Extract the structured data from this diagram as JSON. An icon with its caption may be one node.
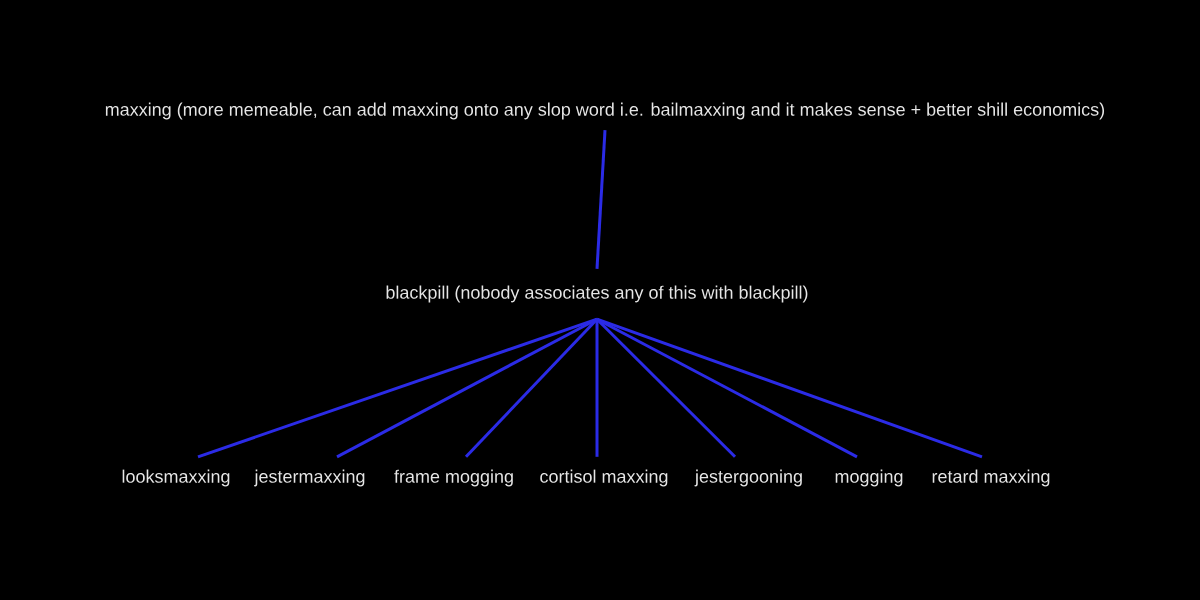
{
  "diagram": {
    "nodes": [
      {
        "text": [
          "maxxing (more memeable, can add maxxing onto any slop word i.e. bailmaxxing and it makes sense + better shill economics)"
        ]
      },
      {
        "text": [
          "blackpill (nobody associates any of this with blackpill)"
        ]
      },
      {
        "text": [
          "looksmaxxing"
        ]
      },
      {
        "text": [
          "jestermaxxing"
        ]
      },
      {
        "text": [
          "frame mogging"
        ]
      },
      {
        "text": [
          "cortisol maxxing"
        ]
      },
      {
        "text": [
          "jestergooning"
        ]
      },
      {
        "text": [
          "mogging"
        ]
      },
      {
        "text": [
          "retard maxxing"
        ]
      }
    ],
    "edges": [
      {
        "from": 0,
        "to": 1,
        "arrow": "none"
      },
      {
        "from": 1,
        "to": 2,
        "arrow": "none"
      },
      {
        "from": 1,
        "to": 3,
        "arrow": "none"
      },
      {
        "from": 1,
        "to": 4,
        "arrow": "none"
      },
      {
        "from": 1,
        "to": 5,
        "arrow": "none"
      },
      {
        "from": 1,
        "to": 6,
        "arrow": "none"
      },
      {
        "from": 1,
        "to": 7,
        "arrow": "none"
      },
      {
        "from": 1,
        "to": 8,
        "arrow": "none"
      }
    ]
  }
}
